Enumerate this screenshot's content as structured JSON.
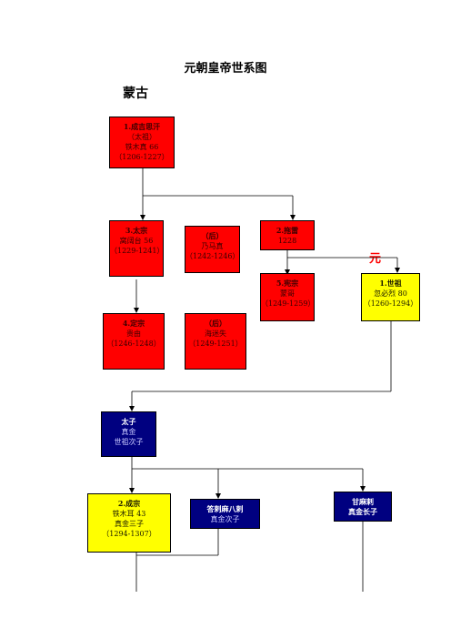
{
  "title": "元朝皇帝世系图",
  "subtitle": "蒙古",
  "yuan_label": "元",
  "nodes": {
    "chinggis": {
      "name": "1.成吉思汗",
      "l2": "（太祖）",
      "l3": "铁木真 66",
      "l4": "（1206-1227）",
      "color": "#ff0000"
    },
    "ogedei": {
      "name": "3.太宗",
      "l2": "窝阔台 56",
      "l3": "（1229-1241）",
      "color": "#ff0000"
    },
    "naimaijin": {
      "name": "（后）",
      "l2": "乃马真",
      "l3": "（1242-1246）",
      "color": "#ff0000"
    },
    "tolui": {
      "name": "2.拖雷",
      "l2": "1228",
      "color": "#ff0000"
    },
    "mongke": {
      "name": "5.宪宗",
      "l2": "蒙哥",
      "l3": "（1249-1259）",
      "color": "#ff0000"
    },
    "kublai": {
      "name": "1.世祖",
      "l2": "忽必烈 80",
      "l3": "（1260-1294）",
      "color": "#ffff00"
    },
    "guyuk": {
      "name": "4.定宗",
      "l2": "贵由",
      "l3": "（1246-1248）",
      "color": "#ff0000"
    },
    "oghul": {
      "name": "（后）",
      "l2": "海迷失",
      "l3": "（1249-1251）",
      "color": "#ff0000"
    },
    "zhenjin": {
      "name": "太子",
      "l2": "真金",
      "l3": "世祖次子",
      "color": "#000080"
    },
    "temur": {
      "name": "2.成宗",
      "l2": "铁木耳 43",
      "l3": "真金三子",
      "l4": "（1294-1307）",
      "color": "#ffff00"
    },
    "darmabala": {
      "name": "答剌麻八剌",
      "l2": "真金次子",
      "color": "#000080"
    },
    "gammala": {
      "name": "甘麻剌",
      "l2": "真金长子",
      "color": "#000080"
    }
  }
}
